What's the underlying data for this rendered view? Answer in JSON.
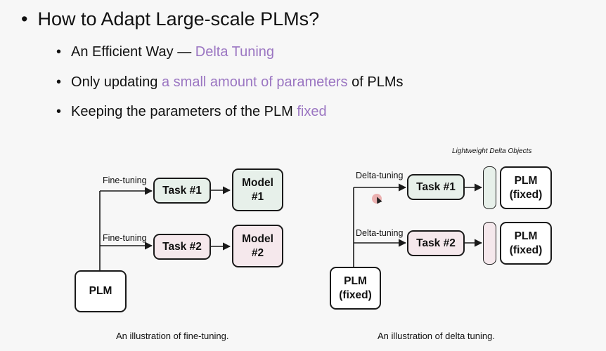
{
  "slide": {
    "title": "How to Adapt Large-scale PLMs?",
    "bullet_symbol": "•",
    "bullets": [
      {
        "prefix": "An Efficient Way — ",
        "highlight": "Delta Tuning",
        "suffix": ""
      },
      {
        "prefix": "Only updating ",
        "highlight": "a small amount of parameters",
        "suffix": " of PLMs"
      },
      {
        "prefix": "Keeping the parameters of the PLM ",
        "highlight": "fixed",
        "suffix": ""
      }
    ]
  },
  "fine_tuning_diagram": {
    "edge_label_1": "Fine-tuning",
    "edge_label_2": "Fine-tuning",
    "task1": "Task #1",
    "task2": "Task #2",
    "model1": "Model\n#1",
    "model2": "Model\n#2",
    "plm": "PLM",
    "caption": "An illustration of fine-tuning."
  },
  "delta_tuning_diagram": {
    "note": "Lightweight Delta Objects",
    "edge_label_1": "Delta-tuning",
    "edge_label_2": "Delta-tuning",
    "task1": "Task #1",
    "task2": "Task #2",
    "plm_out1": "PLM\n(fixed)",
    "plm_out2": "PLM\n(fixed)",
    "plm": "PLM\n(fixed)",
    "caption": "An illustration of delta tuning."
  },
  "colors": {
    "accent": "#9b76c2",
    "task1_fill": "#e7f0ea",
    "task2_fill": "#f5e8ec"
  }
}
